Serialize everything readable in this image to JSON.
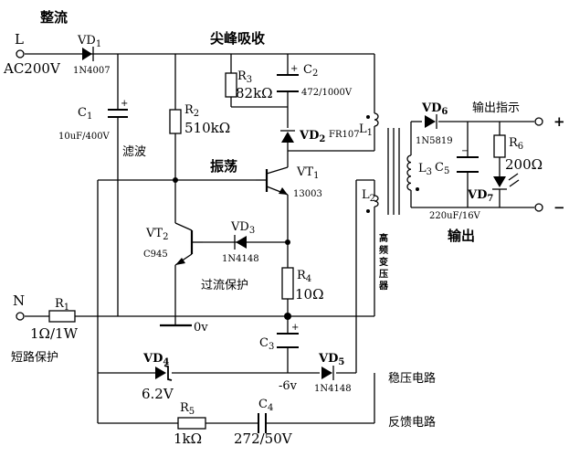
{
  "headings": {
    "rectify": "整流",
    "spike_absorb": "尖峰吸收",
    "oscillate": "振荡",
    "filter": "滤波",
    "overcurrent": "过流保护",
    "short_protect": "短路保护",
    "regulator": "稳压电路",
    "feedback": "反馈电路",
    "output": "输出",
    "output_indicator": "输出指示",
    "transformer": "高频变压器"
  },
  "terminals": {
    "L": "L",
    "N": "N",
    "ac": "AC200V",
    "plus": "+",
    "minus": "−"
  },
  "components": {
    "VD1": {
      "ref": "VD",
      "sub": "1",
      "value": "1N4007"
    },
    "C1": {
      "ref": "C",
      "sub": "1",
      "value": "10uF/400V"
    },
    "R2": {
      "ref": "R",
      "sub": "2",
      "value": "510kΩ"
    },
    "R3": {
      "ref": "R",
      "sub": "3",
      "value": "82kΩ"
    },
    "C2": {
      "ref": "C",
      "sub": "2",
      "value": "472/1000V"
    },
    "VD2": {
      "ref": "VD",
      "sub": "2",
      "value": "FR107"
    },
    "L1": {
      "ref": "L",
      "sub": "1"
    },
    "L2": {
      "ref": "L",
      "sub": "2"
    },
    "L3": {
      "ref": "L",
      "sub": "3"
    },
    "VT1": {
      "ref": "VT",
      "sub": "1",
      "value": "13003"
    },
    "VT2": {
      "ref": "VT",
      "sub": "2",
      "value": "C945"
    },
    "VD3": {
      "ref": "VD",
      "sub": "3",
      "value": "1N4148"
    },
    "R4": {
      "ref": "R",
      "sub": "4",
      "value": "10Ω"
    },
    "R1": {
      "ref": "R",
      "sub": "1",
      "value": "1Ω/1W"
    },
    "C3": {
      "ref": "C",
      "sub": "3"
    },
    "VD4": {
      "ref": "VD",
      "sub": "4",
      "value": "6.2V"
    },
    "VD5": {
      "ref": "VD",
      "sub": "5",
      "value": "1N4148"
    },
    "R5": {
      "ref": "R",
      "sub": "5",
      "value": "1kΩ"
    },
    "C4": {
      "ref": "C",
      "sub": "4",
      "value": "272/50V"
    },
    "VD6": {
      "ref": "VD",
      "sub": "6",
      "value": "1N5819"
    },
    "C5": {
      "ref": "C",
      "sub": "5",
      "value": "220uF/16V"
    },
    "R6": {
      "ref": "R",
      "sub": "6",
      "value": "200Ω"
    },
    "VD7": {
      "ref": "VD",
      "sub": "7"
    }
  },
  "nodes": {
    "zero_v": "0v",
    "neg_6v": "-6v"
  },
  "polarity": {
    "plus": "+",
    "minus": "−"
  }
}
